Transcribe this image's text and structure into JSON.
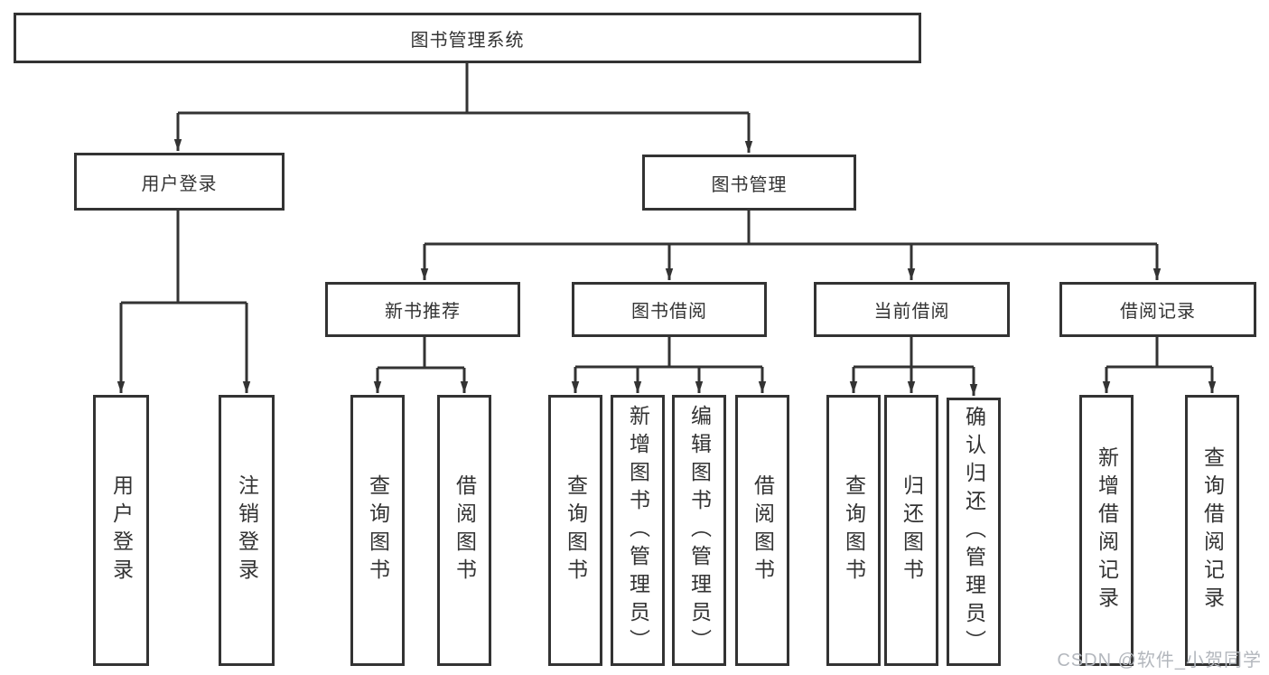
{
  "tree": {
    "root": {
      "label": "图书管理系统",
      "children": [
        {
          "label": "用户登录",
          "children": [
            {
              "label": "用户登录"
            },
            {
              "label": "注销登录"
            }
          ]
        },
        {
          "label": "图书管理",
          "children": [
            {
              "label": "新书推荐",
              "children": [
                {
                  "label": "查询图书"
                },
                {
                  "label": "借阅图书"
                }
              ]
            },
            {
              "label": "图书借阅",
              "children": [
                {
                  "label": "查询图书"
                },
                {
                  "label": "新增图书（管理员）"
                },
                {
                  "label": "编辑图书（管理员）"
                },
                {
                  "label": "借阅图书"
                }
              ]
            },
            {
              "label": "当前借阅",
              "children": [
                {
                  "label": "查询图书"
                },
                {
                  "label": "归还图书"
                },
                {
                  "label": "确认归还（管理员）"
                }
              ]
            },
            {
              "label": "借阅记录",
              "children": [
                {
                  "label": "新增借阅记录"
                },
                {
                  "label": "查询借阅记录"
                }
              ]
            }
          ]
        }
      ]
    }
  },
  "watermark": {
    "text": "CSDN @软件_小贺同学"
  },
  "colors": {
    "line": "#333333",
    "text": "#333333",
    "box_background": "#ffffff",
    "watermark": "#b3b7bd"
  }
}
